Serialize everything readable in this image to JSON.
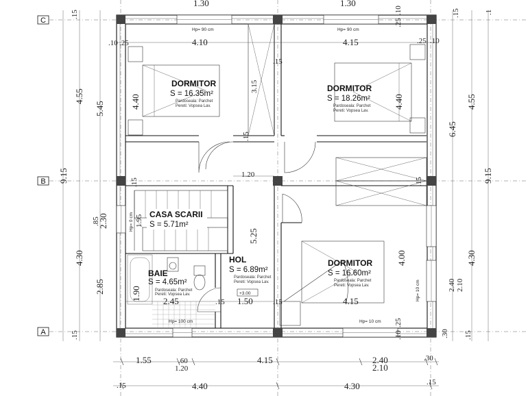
{
  "axes": {
    "c": "C",
    "b": "B",
    "a": "A"
  },
  "rooms": {
    "dormitor_nw": {
      "name": "DORMITOR",
      "area": "S = 16.35m²",
      "floor": "Pardoseala: Parchet",
      "walls": "Pereti: Vopsea Lav."
    },
    "dormitor_ne": {
      "name": "DORMITOR",
      "area": "S = 18.26m²",
      "floor": "Pardoseala: Parchet",
      "walls": "Pereti: Vopsea Lav."
    },
    "dormitor_se": {
      "name": "DORMITOR",
      "area": "S = 16.60m²",
      "floor": "Pardoseala: Parchet",
      "walls": "Pereti: Vopsea Lav."
    },
    "casa_scarii": {
      "name": "CASA SCARII",
      "area": "S = 5.71m²"
    },
    "hol": {
      "name": "HOL",
      "area": "S = 6.89m²",
      "floor": "Pardoseala: Parchet",
      "walls": "Pereti: Vopsea Lav.",
      "level": "+3.00"
    },
    "baie": {
      "name": "BAIE",
      "area": "S = 4.65m²",
      "floor": "Pardoseala: Parchet",
      "walls": "Pereti: Vopsea Lav."
    }
  },
  "sills": {
    "top_left": "Hp= 90 cm",
    "top_right": "Hp= 90 cm",
    "bottom_left": "Hp= 100 cm",
    "bottom_right": "Hp= 10 cm",
    "right": "Hp= 10 cm",
    "left": "Hp= 0 cm"
  },
  "dimensions": {
    "top": {
      "left": "1.30",
      "right": "1.30"
    },
    "top_inner": {
      "l1": ".10",
      "l2": ".25",
      "left_room": "4.10",
      "right_room": "4.15",
      "r1": ".25",
      "r2": ".10"
    },
    "interior": {
      "wardrobe_h": "3.15",
      "mid_15": ".15",
      "door_15": ".15",
      "corridor_w": "1.20",
      "nw_height": "4.40",
      "ne_height": "4.40",
      "hol_height": "5.25",
      "stair_15": ".15",
      "stair_h": "1.95",
      "se_height": "4.00",
      "bath_h": "1.90",
      "bath_w": "2.45",
      "hol_w": "1.50",
      "hol_15a": ".15",
      "hol_15b": ".15",
      "se_w": "4.15",
      "right_15": ".15"
    },
    "left_outer": {
      "d915": "9.15",
      "d15_top": ".15",
      "d15_bot": ".15"
    },
    "left_mid": {
      "d455": "4.55",
      "d430": "4.30"
    },
    "left_inner": {
      "d545": "5.45",
      "d85": ".85",
      "d230": "2.30",
      "d285": "2.85"
    },
    "right_inner": {
      "d645": "6.45",
      "d240": "2.40",
      "d210": "2.10"
    },
    "right_mid": {
      "d455": "4.55",
      "d430": "4.30"
    },
    "right_outer": {
      "d915": "9.15",
      "d15": ".15",
      "d1": ".1",
      "d2": ".15"
    },
    "right_edge": {
      "d25": ".25",
      "d10": ".10",
      "d30": ".30",
      "d10b": ".10",
      "d25b": ".25"
    },
    "bottom1": {
      "d155": "1.55",
      "d60": ".60",
      "d120": "1.20",
      "d415": "4.15",
      "d240": "2.40",
      "d210": "2.10",
      "d30": ".30"
    },
    "bottom2": {
      "d15a": ".15",
      "d440": "4.40",
      "d430": "4.30",
      "d15b": ".15"
    }
  }
}
